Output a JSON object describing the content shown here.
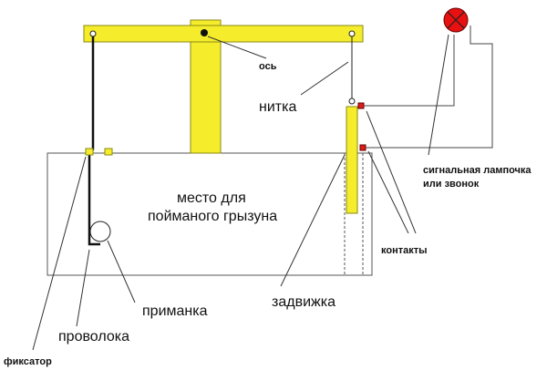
{
  "labels": {
    "axis": "ось",
    "thread": "нитка",
    "place_line1": "место для",
    "place_line2": "поймaного грызуна",
    "latch": "задвижка",
    "bait": "приманка",
    "wire": "проволока",
    "retainer": "фиксатор",
    "signal_line1": "сигнальная лампочка",
    "signal_line2": "или звонок",
    "contacts": "контакты"
  },
  "colors": {
    "wood_yellow": "#f5ec2b",
    "contact_red": "#e01b1b",
    "lamp_red": "#e81010",
    "line": "#222222"
  }
}
